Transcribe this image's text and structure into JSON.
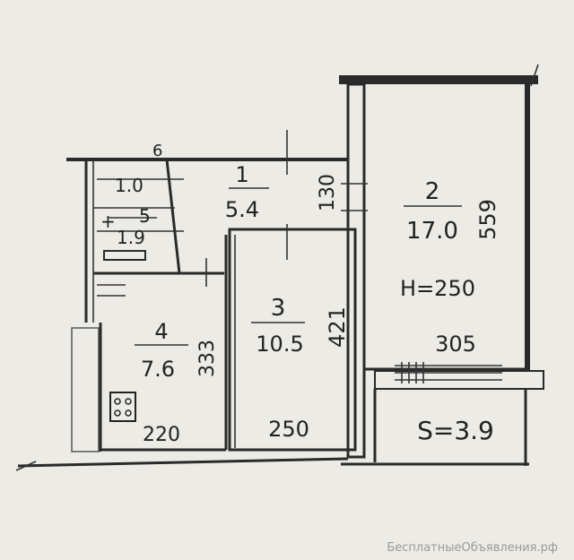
{
  "plan": {
    "marker_top": "6",
    "rooms": [
      {
        "number": "1",
        "area": "5.4"
      },
      {
        "number": "2",
        "area": "17.0"
      },
      {
        "number": "3",
        "area": "10.5"
      },
      {
        "number": "4",
        "area": "7.6"
      }
    ],
    "small_rooms": {
      "wc_area": "1.0",
      "bath_number": "5",
      "bath_area": "1.9",
      "bath_mark": "+"
    },
    "dimensions": {
      "hall_width": "130",
      "room2_length": "559",
      "room3_length": "421",
      "room4_length": "333",
      "room4_width": "220",
      "room3_width": "250",
      "room2_width": "305"
    },
    "ceiling_height": "H=250",
    "balcony_area": "S=3.9",
    "stove_label": "oo\noo"
  },
  "watermark": "БесплатныеОбъявления.рф"
}
